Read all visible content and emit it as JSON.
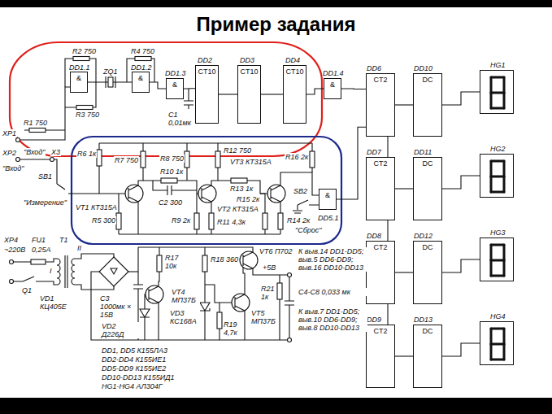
{
  "diagram": {
    "title": "Пример задания",
    "nodes": [
      {
        "text": [
          "DD1.1",
          "&"
        ]
      },
      {
        "text": [
          "DD1.2",
          "&"
        ]
      },
      {
        "text": [
          "DD1.3",
          "&"
        ]
      },
      {
        "text": [
          "DD2",
          "CT10"
        ]
      },
      {
        "text": [
          "DD3",
          "CT10"
        ]
      },
      {
        "text": [
          "DD4",
          "CT10"
        ]
      },
      {
        "text": [
          "DD1.4",
          "&"
        ]
      },
      {
        "text": [
          "DD6",
          "CT2"
        ]
      },
      {
        "text": [
          "DD10",
          "DC"
        ]
      },
      {
        "text": [
          "HG1"
        ]
      },
      {
        "text": [
          "DD7",
          "CT2"
        ]
      },
      {
        "text": [
          "DD11",
          "DC"
        ]
      },
      {
        "text": [
          "HG2"
        ]
      },
      {
        "text": [
          "DD8",
          "CT2"
        ]
      },
      {
        "text": [
          "DD12",
          "DC"
        ]
      },
      {
        "text": [
          "HG3"
        ]
      },
      {
        "text": [
          "DD9",
          "CT2"
        ]
      },
      {
        "text": [
          "DD13",
          "DC"
        ]
      },
      {
        "text": [
          "HG4"
        ]
      },
      {
        "text": [
          "DD5.1",
          "&"
        ]
      }
    ],
    "edges": [
      {
        "from": 0,
        "to": 1,
        "arrow": "none"
      },
      {
        "from": 1,
        "to": 2,
        "arrow": "none"
      },
      {
        "from": 2,
        "to": 3,
        "arrow": "none"
      },
      {
        "from": 3,
        "to": 4,
        "arrow": "none"
      },
      {
        "from": 4,
        "to": 5,
        "arrow": "none"
      },
      {
        "from": 5,
        "to": 6,
        "arrow": "none"
      },
      {
        "from": 6,
        "to": 7,
        "arrow": "none"
      },
      {
        "from": 7,
        "to": 8,
        "arrow": "none"
      },
      {
        "from": 8,
        "to": 9,
        "arrow": "none"
      },
      {
        "from": 7,
        "to": 10,
        "arrow": "none"
      },
      {
        "from": 10,
        "to": 11,
        "arrow": "none"
      },
      {
        "from": 11,
        "to": 12,
        "arrow": "none"
      },
      {
        "from": 10,
        "to": 13,
        "arrow": "none"
      },
      {
        "from": 13,
        "to": 14,
        "arrow": "none"
      },
      {
        "from": 14,
        "to": 15,
        "arrow": "none"
      },
      {
        "from": 13,
        "to": 16,
        "arrow": "none"
      },
      {
        "from": 16,
        "to": 17,
        "arrow": "none"
      },
      {
        "from": 17,
        "to": 18,
        "arrow": "none"
      },
      {
        "from": 19,
        "to": 7,
        "arrow": "none"
      }
    ],
    "labels": [
      "R2 750",
      "R4 750",
      "ZQ1",
      "R3 750",
      "C1 0,01мк",
      "R1 750",
      "XP1",
      "XP2",
      "X3",
      "\"Вход\"",
      "\"Вход\"",
      "SB1",
      "\"Измерение\"",
      "R6 1к",
      "R7 750",
      "R8 750",
      "R10 1к",
      "C2 300",
      "VT1 КТ315А",
      "R5 300",
      "R9 2к",
      "VT2 КТ315А",
      "R11 4,3к",
      "R12 750",
      "VT3 КТ315А",
      "R15 2к",
      "R13 1к",
      "R14 2к",
      "R16 2к",
      "SB2",
      "\"Сброс\"",
      "XP4",
      "~220В",
      "FU1",
      "0,25А",
      "T1",
      "I",
      "II",
      "Q1",
      "VD1 КЦ405Е",
      "C3 1000мк × 15В",
      "VD2 Д226Д",
      "R17 10к",
      "VT4 МП37Б",
      "R18 360",
      "VD3 КС168А",
      "VT6 П702",
      "VT5 МП37Б",
      "R19 4,7к",
      "R21 1к",
      "+5В",
      "К выв.14 DD1-DD5; выв.5 DD6-DD9; выв.16 DD10-DD13",
      "C4-C8 0,033 мк",
      "К выв.7 DD1-DD5; выв.10 DD6-DD9; выв.8 DD10-DD13",
      "DD1, DD5 К155ЛА3",
      "DD2-DD4 К155ИЕ1",
      "DD5-DD9 К155ИЕ2",
      "DD10-DD13 К155ИД1",
      "HG1-HG4 АЛ304Г"
    ]
  }
}
